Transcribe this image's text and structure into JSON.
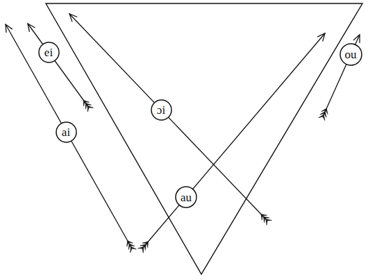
{
  "diagram": {
    "nodes": [
      {
        "text": [
          "ei"
        ]
      },
      {
        "text": [
          "ou"
        ]
      },
      {
        "text": [
          "ɔi"
        ]
      },
      {
        "text": [
          "au"
        ]
      },
      {
        "text": [
          "ai"
        ]
      }
    ]
  }
}
